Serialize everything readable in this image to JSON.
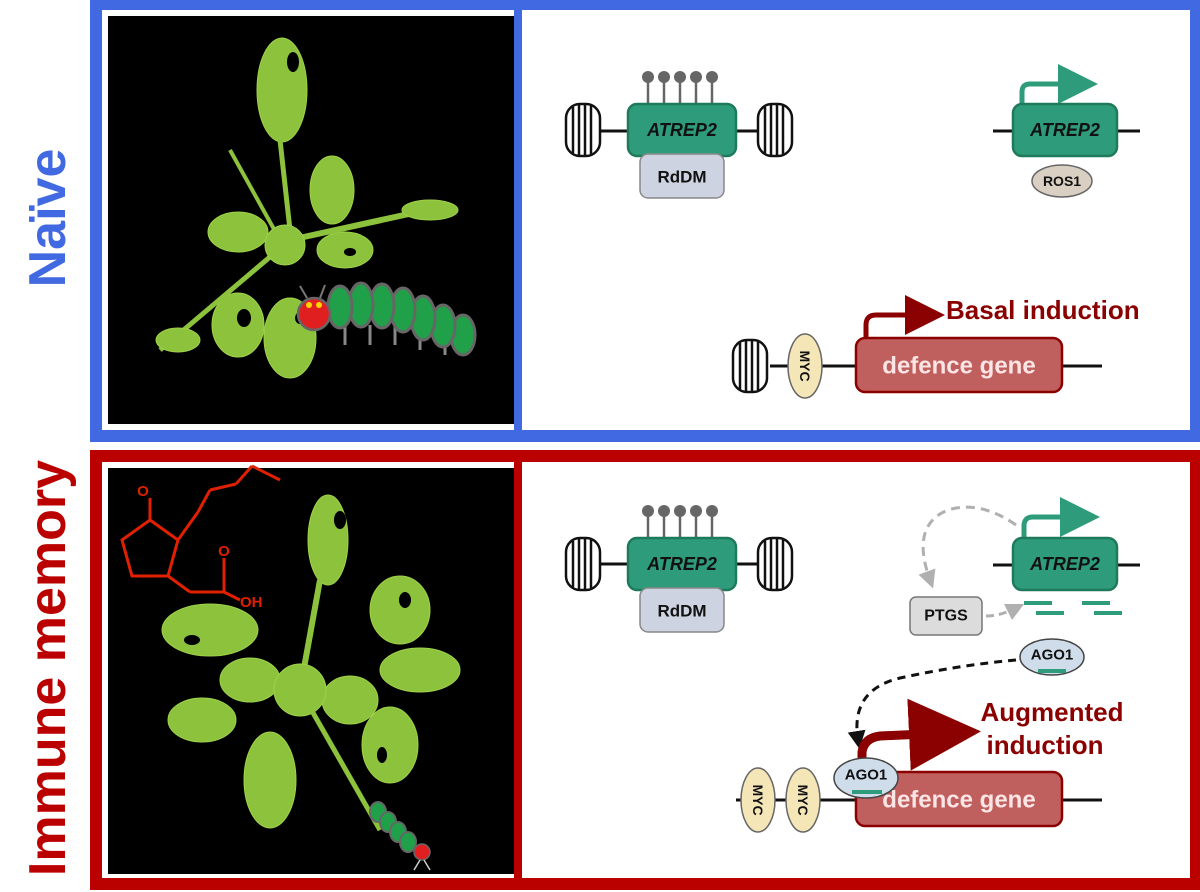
{
  "panels": {
    "naive": {
      "side_label": "Naïve",
      "frame_color": "#4169e1",
      "methylated_gene_label": "ATREP2",
      "rddm_label": "RdDM",
      "active_gene_label": "ATREP2",
      "ros1_label": "ROS1",
      "tf_label": "MYC",
      "induction_label": "Basal induction",
      "defence_gene_label": "defence gene"
    },
    "memory": {
      "side_label": "Immune memory",
      "frame_color": "#bb0000",
      "methylated_gene_label": "ATREP2",
      "rddm_label": "RdDM",
      "active_gene_label": "ATREP2",
      "ptgs_label": "PTGS",
      "ago1_label": "AGO1",
      "ago1_bound_label": "AGO1",
      "tf_labels": [
        "MYC",
        "MYC"
      ],
      "induction_label_line1": "Augmented",
      "induction_label_line2": "induction",
      "defence_gene_label": "defence gene",
      "molecule_label": "OH"
    }
  },
  "colors": {
    "gene_green": "#2e9c7a",
    "gene_green_border": "#1f7a5c",
    "dark_red": "#8b0000",
    "defence_fill": "#c0605e",
    "myc_fill": "#f5e6b8",
    "ago_fill": "#cfdcea",
    "rddm_fill": "#cdd3e0",
    "ros1_fill": "#d9cfc3",
    "ptgs_fill": "#dcdcdc",
    "photo_bg": "#000000",
    "leaf": "#8dc23c",
    "caterpillar": "#20a048"
  }
}
